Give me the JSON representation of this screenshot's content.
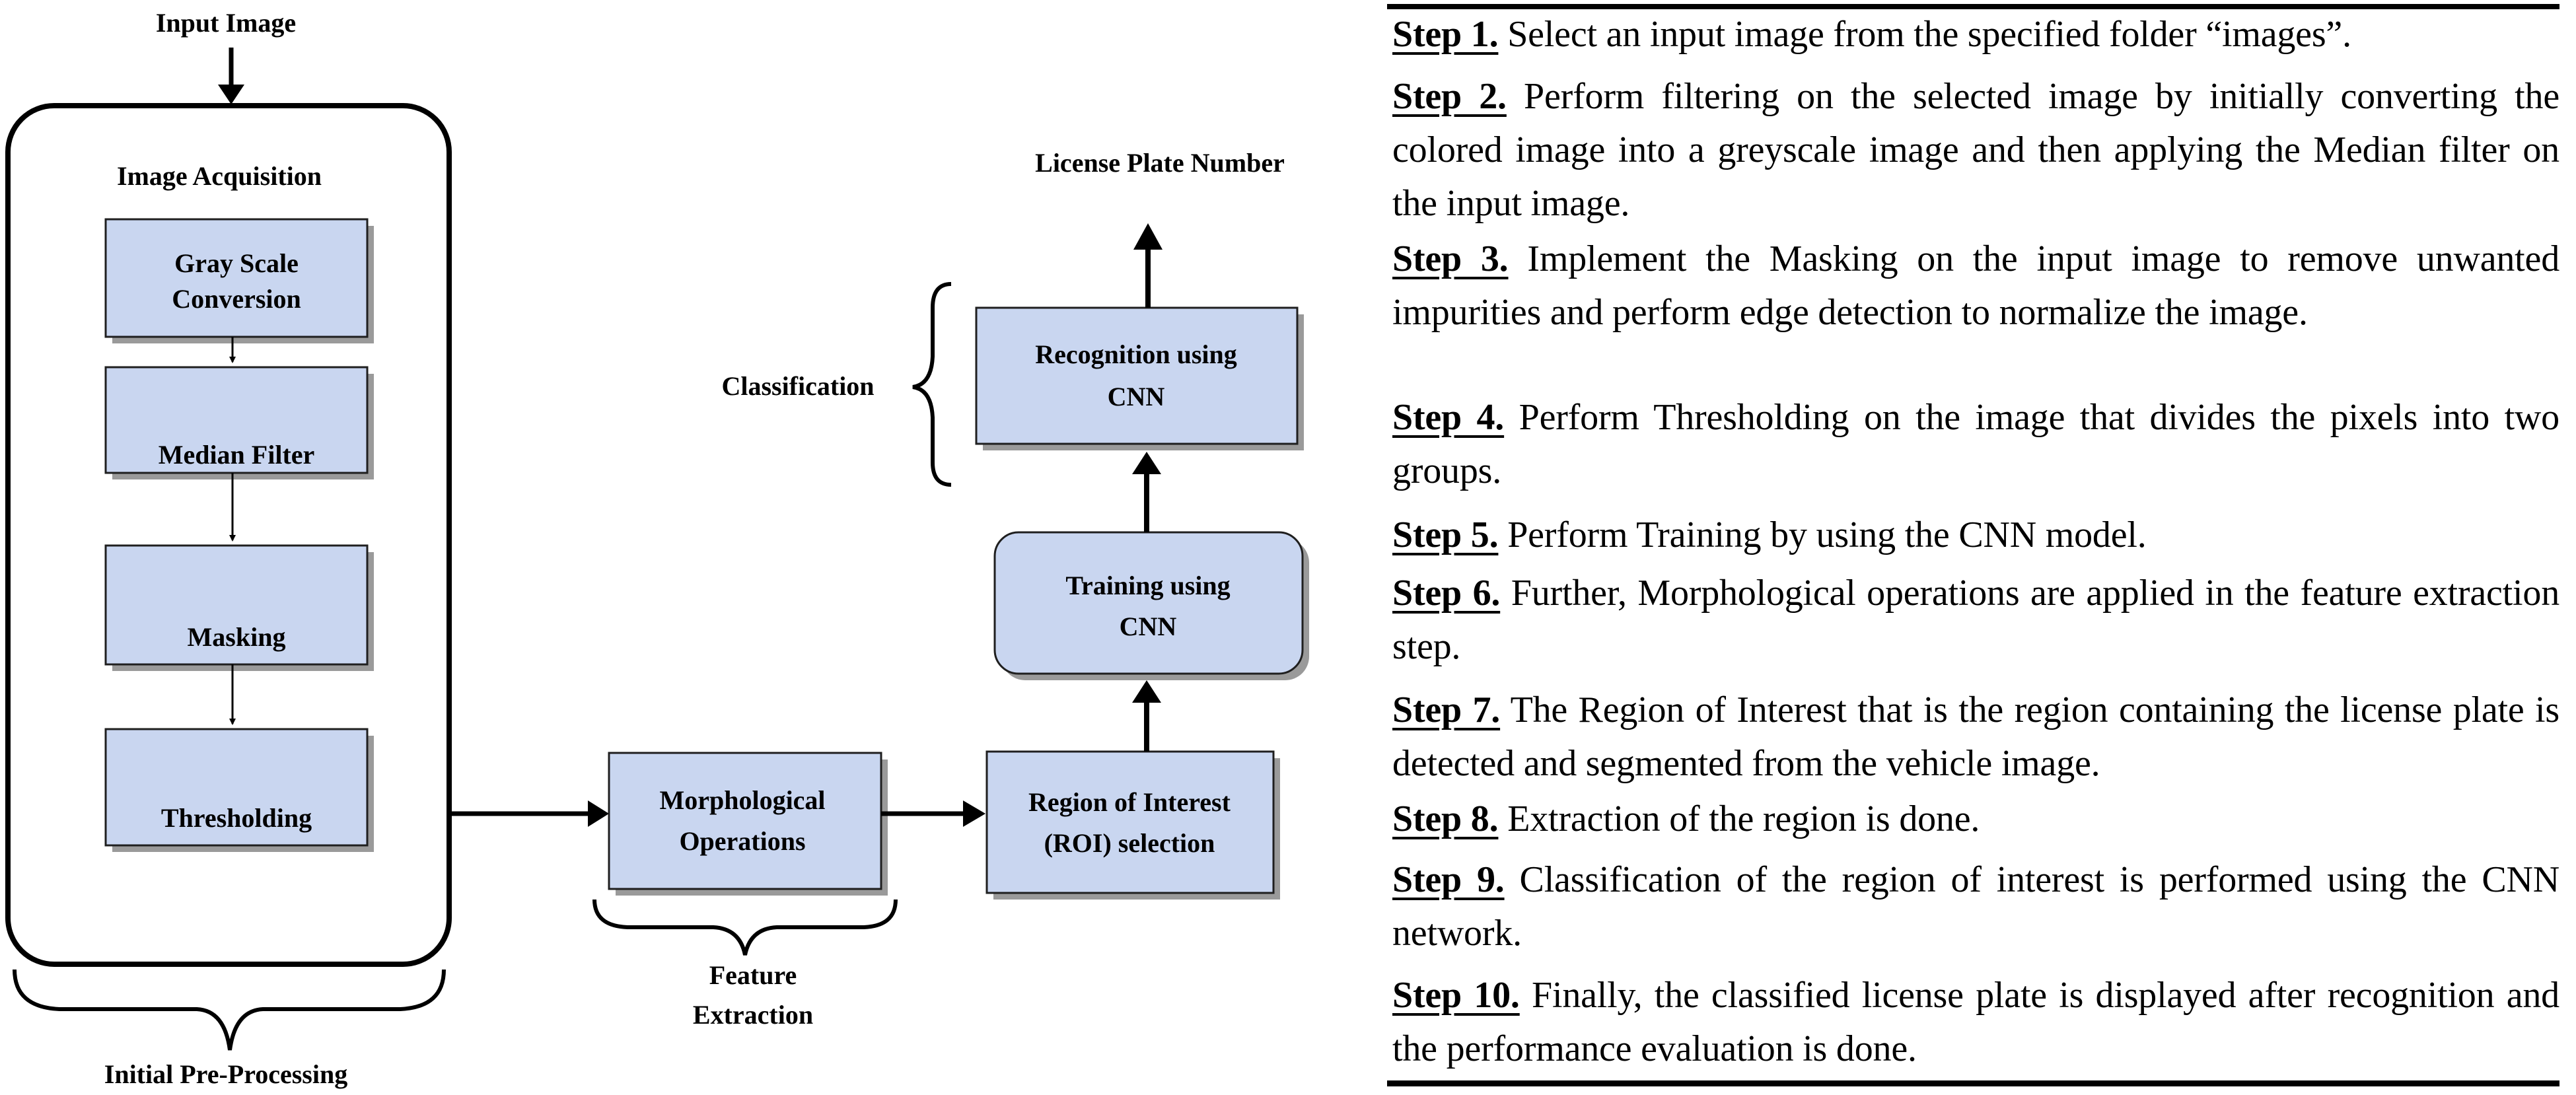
{
  "diagram": {
    "input_label": "Input Image",
    "acquisition_label": "Image Acquisition",
    "preprocessing": {
      "gray_scale": [
        "Gray Scale",
        "Conversion"
      ],
      "median_filter": "Median Filter",
      "masking": "Masking",
      "thresholding": "Thresholding"
    },
    "initial_preprocessing_label": "Initial Pre-Processing",
    "morphological": [
      "Morphological",
      "Operations"
    ],
    "feature_extraction_label": [
      "Feature",
      "Extraction"
    ],
    "roi": [
      "Region of Interest",
      "(ROI) selection"
    ],
    "training": [
      "Training using",
      "CNN"
    ],
    "recognition": [
      "Recognition using",
      "CNN"
    ],
    "classification_label": "Classification",
    "output_label": "License Plate Number"
  },
  "steps": [
    {
      "label": "Step 1.",
      "text": " Select an input image from the specified folder “images”."
    },
    {
      "label": "Step 2.",
      "text": " Perform filtering on the selected image by initially converting the colored image into a greyscale image and then applying the Median filter on the input image."
    },
    {
      "label": "Step 3.",
      "text": " Implement the Masking on the input image to remove unwanted impurities and perform edge detection to normalize the image."
    },
    {
      "label": "Step 4.",
      "text": " Perform Thresholding on the image that divides the pixels into two groups."
    },
    {
      "label": "Step 5.",
      "text": "  Perform Training by using the CNN model."
    },
    {
      "label": "Step 6.",
      "text": " Further, Morphological operations are applied in the feature extraction step."
    },
    {
      "label": "Step 7.",
      "text": " The Region of Interest that is the region containing the license plate is detected and segmented from the vehicle image."
    },
    {
      "label": "Step 8.",
      "text": " Extraction of the region is done."
    },
    {
      "label": "Step 9.",
      "text": " Classification of the region of interest is performed using the CNN network."
    },
    {
      "label": "Step 10.",
      "text": " Finally, the classified license plate is displayed after recognition and the performance evaluation is done."
    }
  ]
}
